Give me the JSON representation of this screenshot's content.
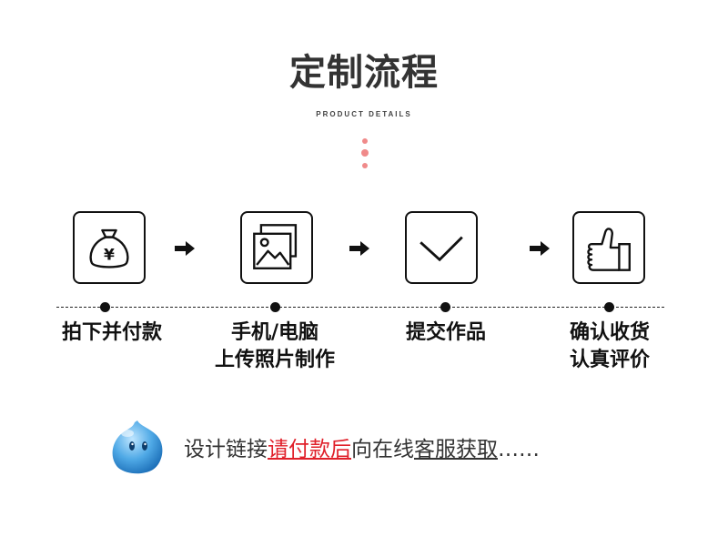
{
  "header": {
    "title": "定制流程",
    "subtitle": "PRODUCT DETAILS"
  },
  "steps": [
    {
      "icon": "money-bag-icon",
      "line1": "拍下并付款",
      "line2": ""
    },
    {
      "icon": "photos-icon",
      "line1": "手机/电脑",
      "line2": "上传照片制作"
    },
    {
      "icon": "checkmark-icon",
      "line1": "提交作品",
      "line2": ""
    },
    {
      "icon": "thumbs-up-icon",
      "line1": "确认收货",
      "line2": "认真评价"
    }
  ],
  "footer": {
    "part1": "设计链接",
    "highlight": "请付款后",
    "part2": "向在线",
    "underlined": "客服获取",
    "ellipsis": "……"
  },
  "colors": {
    "accent_dots": "#f08a8a",
    "highlight": "#e0202a"
  }
}
